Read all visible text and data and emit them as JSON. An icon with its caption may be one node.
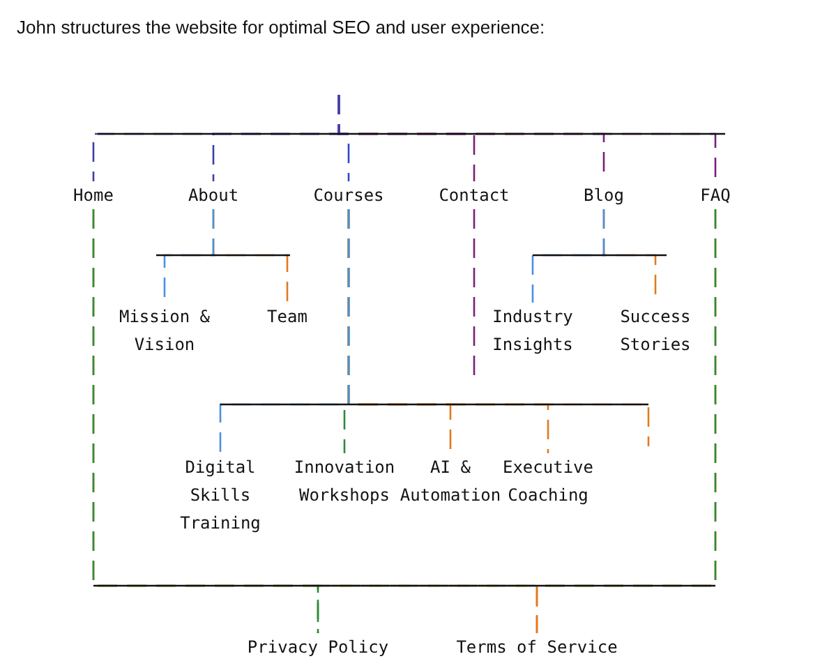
{
  "diagram": {
    "title": "John structures the website for optimal SEO and user experience:",
    "nodes": [
      {
        "text": [
          "Home"
        ]
      },
      {
        "text": [
          "About"
        ]
      },
      {
        "text": [
          "Courses"
        ]
      },
      {
        "text": [
          "Contact"
        ]
      },
      {
        "text": [
          "Blog"
        ]
      },
      {
        "text": [
          "FAQ"
        ]
      },
      {
        "text": [
          "Mission & Vision"
        ]
      },
      {
        "text": [
          "Team"
        ]
      },
      {
        "text": [
          "Industry Insights"
        ]
      },
      {
        "text": [
          "Success Stories"
        ]
      },
      {
        "text": [
          "Digital Skills Training"
        ]
      },
      {
        "text": [
          "Innovation Workshops"
        ]
      },
      {
        "text": [
          "AI & Automation"
        ]
      },
      {
        "text": [
          "Executive Coaching"
        ]
      },
      {
        "text": [
          "Privacy Policy"
        ]
      },
      {
        "text": [
          "Terms of Service"
        ]
      }
    ],
    "edges": [
      {
        "from": null,
        "to": 0,
        "arrow": "none",
        "color": "#3b3fa8"
      },
      {
        "from": null,
        "to": 1,
        "arrow": "none",
        "color": "#3b3fa8"
      },
      {
        "from": null,
        "to": 2,
        "arrow": "none",
        "color": "#3346c8"
      },
      {
        "from": null,
        "to": 3,
        "arrow": "none",
        "color": "#7a1f7a"
      },
      {
        "from": null,
        "to": 4,
        "arrow": "none",
        "color": "#7a1f7a"
      },
      {
        "from": null,
        "to": 5,
        "arrow": "none",
        "color": "#7a1f7a"
      },
      {
        "from": 1,
        "to": 6,
        "arrow": "none",
        "color": "#4a90e2"
      },
      {
        "from": 1,
        "to": 7,
        "arrow": "none",
        "color": "#e07b20"
      },
      {
        "from": 4,
        "to": 8,
        "arrow": "none",
        "color": "#4a90e2"
      },
      {
        "from": 4,
        "to": 9,
        "arrow": "none",
        "color": "#e07b20"
      },
      {
        "from": 2,
        "to": 10,
        "arrow": "none",
        "color": "#4a90e2"
      },
      {
        "from": 2,
        "to": 11,
        "arrow": "none",
        "color": "#2e8b3a"
      },
      {
        "from": 2,
        "to": 12,
        "arrow": "none",
        "color": "#e07b20"
      },
      {
        "from": 2,
        "to": 13,
        "arrow": "none",
        "color": "#e07b20"
      },
      {
        "from": 2,
        "to": null,
        "arrow": "none",
        "color": "#e07b20"
      },
      {
        "from": 3,
        "to": null,
        "arrow": "none",
        "color": "#7a1f7a"
      },
      {
        "from": 0,
        "to": 14,
        "arrow": "none",
        "color": "#2e8b3a"
      },
      {
        "from": 0,
        "to": 15,
        "arrow": "none",
        "color": "#e07b20"
      },
      {
        "from": 5,
        "to": 14,
        "arrow": "none",
        "color": "#2e8b3a"
      },
      {
        "from": 5,
        "to": 15,
        "arrow": "none",
        "color": "#e07b20"
      }
    ]
  }
}
